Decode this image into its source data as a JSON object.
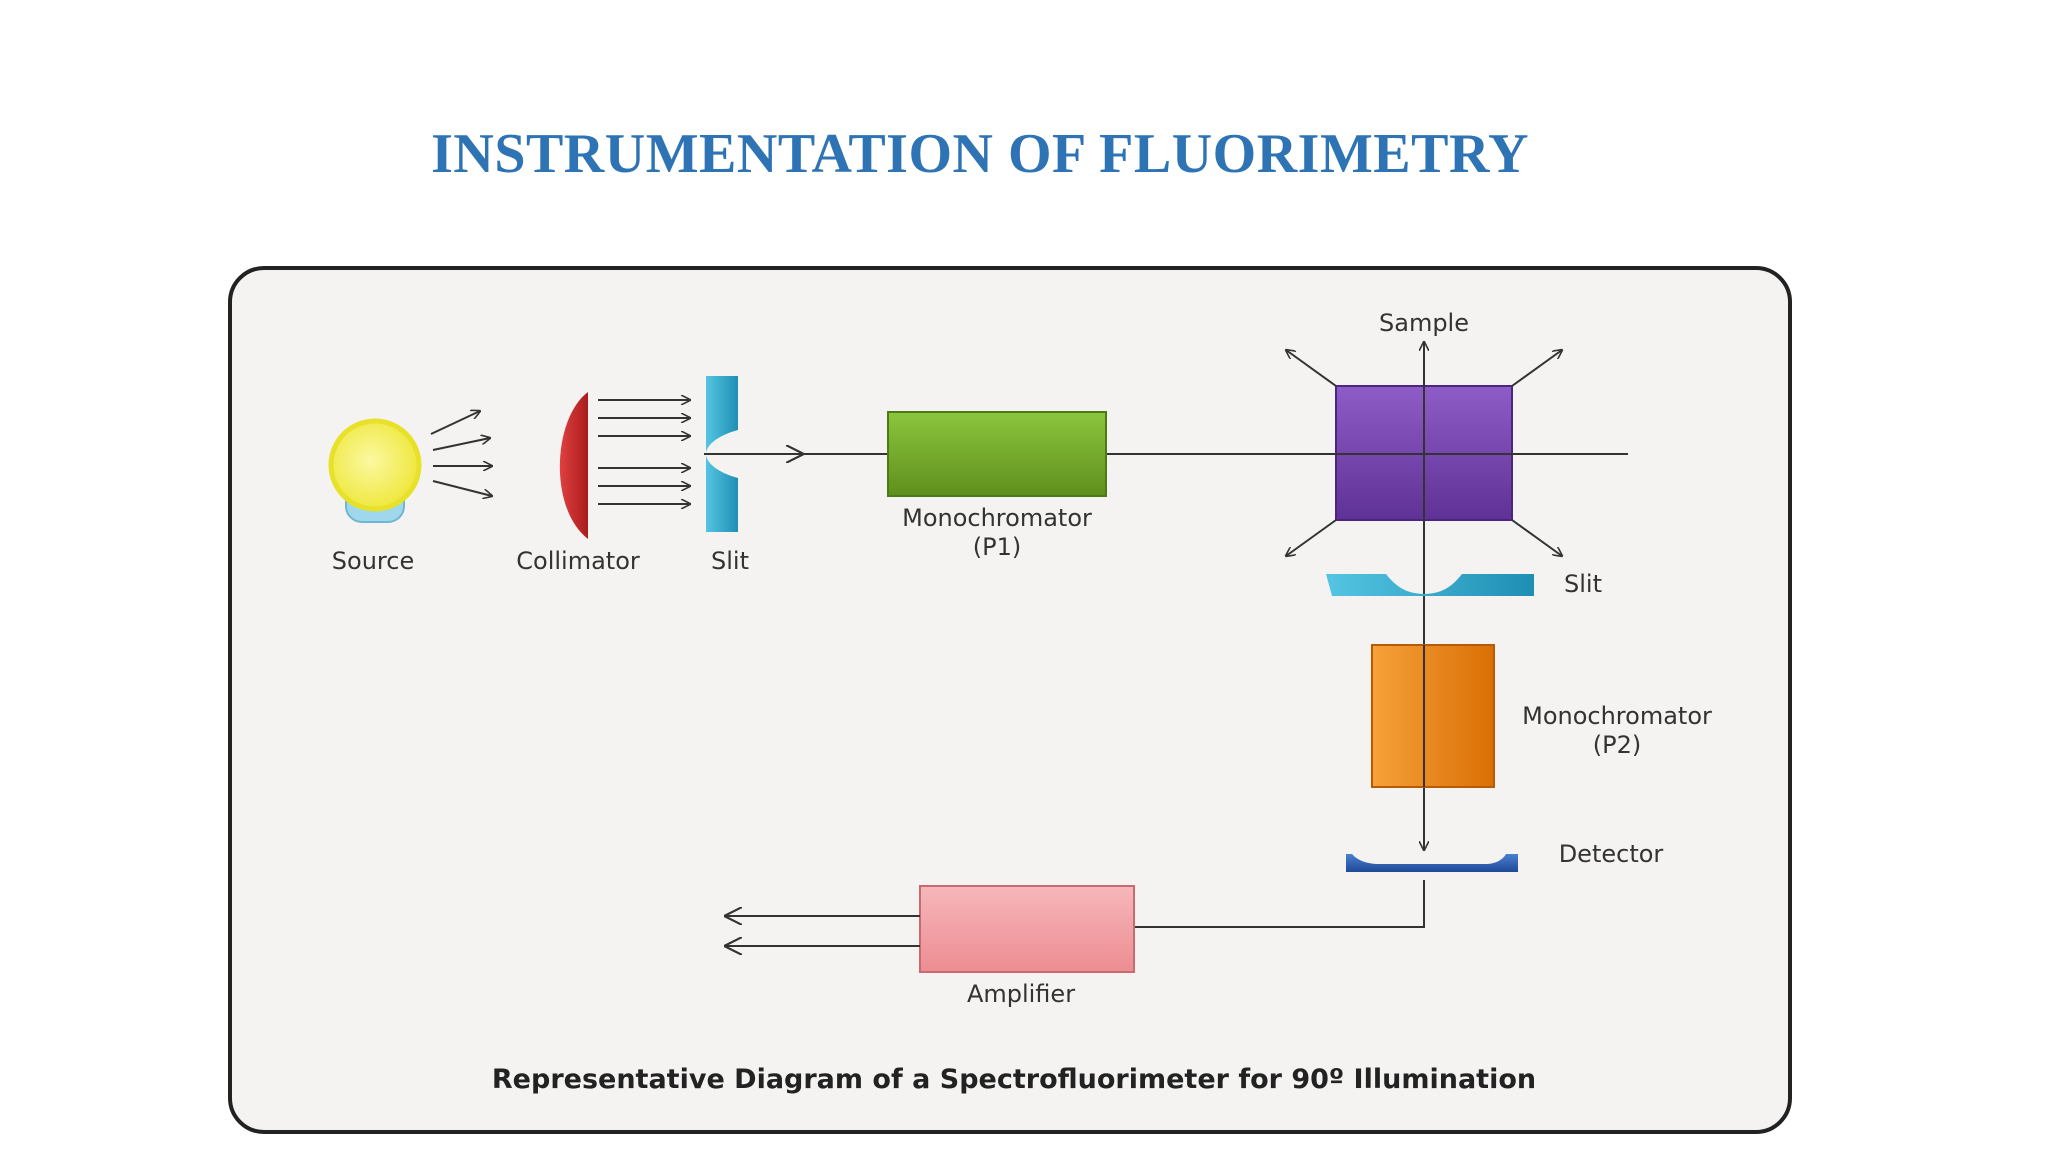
{
  "slide": {
    "title": "INSTRUMENTATION OF FLUORIMETRY"
  },
  "diagram": {
    "labels": {
      "source": "Source",
      "collimator": "Collimator",
      "slit_1": "Slit",
      "monochromator_1_line1": "Monochromator",
      "monochromator_1_line2": "(P1)",
      "sample": "Sample",
      "slit_2": "Slit",
      "monochromator_2_line1": "Monochromator",
      "monochromator_2_line2": "(P2)",
      "detector": "Detector",
      "amplifier": "Amplifier"
    },
    "caption": "Representative Diagram of a Spectrofluorimeter for 90º Illumination",
    "colors": {
      "title": "#2e74b5",
      "source": "#f3ef4a",
      "source_base": "#9fd8ec",
      "collimator": "#c62a2a",
      "slit": "#2aa8cc",
      "monochromator_1": "#76a82a",
      "sample": "#7a45b0",
      "monochromator_2": "#ee8a12",
      "detector": "#2f5fb0",
      "amplifier": "#f4a8ab",
      "panel_background": "#f4f3f1"
    }
  }
}
